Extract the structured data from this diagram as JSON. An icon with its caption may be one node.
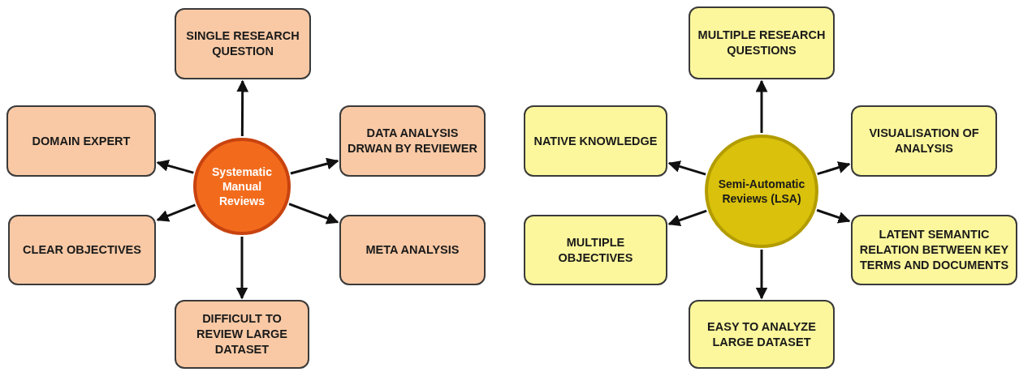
{
  "diagram": {
    "nodes": [
      {
        "text": [
          "Systematic Manual Reviews"
        ]
      },
      {
        "text": [
          "SINGLE RESEARCH QUESTION"
        ]
      },
      {
        "text": [
          "DOMAIN EXPERT"
        ]
      },
      {
        "text": [
          "DATA ANALYSIS DRWAN BY REVIEWER"
        ]
      },
      {
        "text": [
          "CLEAR OBJECTIVES"
        ]
      },
      {
        "text": [
          "META ANALYSIS"
        ]
      },
      {
        "text": [
          "DIFFICULT TO REVIEW LARGE DATASET"
        ]
      },
      {
        "text": [
          "Semi-Automatic Reviews (LSA)"
        ]
      },
      {
        "text": [
          "MULTIPLE RESEARCH QUESTIONS"
        ]
      },
      {
        "text": [
          "NATIVE KNOWLEDGE"
        ]
      },
      {
        "text": [
          "VISUALISATION OF ANALYSIS"
        ]
      },
      {
        "text": [
          "MULTIPLE OBJECTIVES"
        ]
      },
      {
        "text": [
          "LATENT SEMANTIC RELATION BETWEEN KEY TERMS AND DOCUMENTS"
        ]
      },
      {
        "text": [
          "EASY TO ANALYZE LARGE DATASET"
        ]
      }
    ],
    "edges": [
      {
        "from": 0,
        "to": 1,
        "arrow": "to"
      },
      {
        "from": 0,
        "to": 2,
        "arrow": "to"
      },
      {
        "from": 0,
        "to": 3,
        "arrow": "to"
      },
      {
        "from": 0,
        "to": 4,
        "arrow": "to"
      },
      {
        "from": 0,
        "to": 5,
        "arrow": "to"
      },
      {
        "from": 0,
        "to": 6,
        "arrow": "to"
      },
      {
        "from": 7,
        "to": 8,
        "arrow": "to"
      },
      {
        "from": 7,
        "to": 9,
        "arrow": "to"
      },
      {
        "from": 7,
        "to": 10,
        "arrow": "to"
      },
      {
        "from": 7,
        "to": 11,
        "arrow": "to"
      },
      {
        "from": 7,
        "to": 12,
        "arrow": "to"
      },
      {
        "from": 7,
        "to": 13,
        "arrow": "to"
      }
    ]
  }
}
